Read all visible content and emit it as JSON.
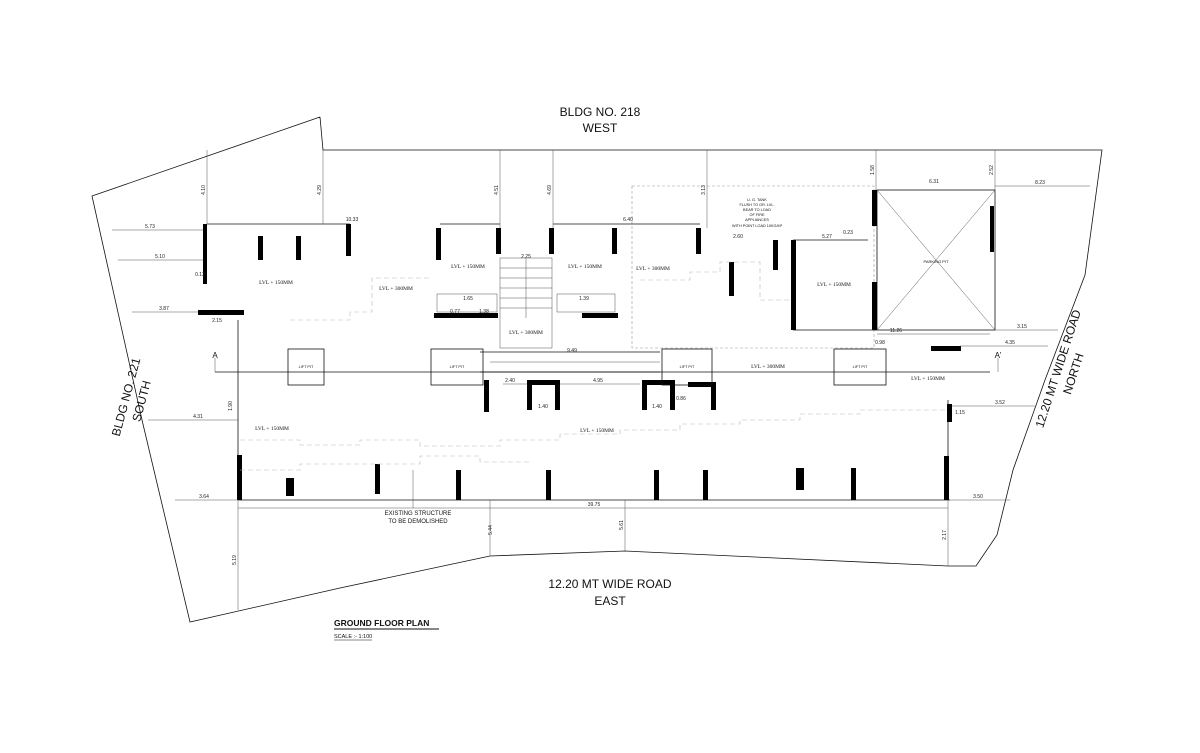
{
  "boundaries": {
    "top_line1": "BLDG NO. 218",
    "top_line2": "WEST",
    "bottom_line1": "12.20 MT WIDE ROAD",
    "bottom_line2": "EAST",
    "left_line1": "BLDG NO. 221",
    "left_line2": "SOUTH",
    "right_line1": "12.20 MT WIDE ROAD",
    "right_line2": "NORTH"
  },
  "title": {
    "name": "GROUND FLOOR PLAN",
    "scale": "SCALE :- 1:100"
  },
  "note_demolish": {
    "line1": "EXISTING STRUCTURE",
    "line2": "TO BE DEMOLISHED"
  },
  "tank_note": {
    "l1": "U. G. TANK",
    "l2": "FLUSH TO GR. LVL.",
    "l3": "BEAR TO LOAD",
    "l4": "OF FIRE",
    "l5": "APPLIANCES",
    "l6": "WITH POINT LOAD 10KG/M²"
  },
  "rooms": {
    "parking_pit": "PARKING PIT",
    "lift_pit_1": "LIFT PIT",
    "lift_pit_2": "LIFT PIT",
    "lift_pit_3": "LIFT PIT",
    "lift_pit_4": "LIFT PIT"
  },
  "levels": {
    "lvl_nw": "LVL + 150MM",
    "lvl_n300": "LVL + 300MM",
    "lvl_c150a": "LVL + 150MM",
    "lvl_c150b": "LVL + 150MM",
    "lvl_c300": "LVL + 300MM",
    "lvl_stair": "LVL + 300MM",
    "lvl_ne150": "LVL + 150MM",
    "lvl_mid300": "LVL + 300MM",
    "lvl_e150": "LVL + 150MM",
    "lvl_sw150": "LVL + 150MM",
    "lvl_s150": "LVL + 150MM"
  },
  "section_marks": {
    "left": "A",
    "right": "A'"
  },
  "dims": {
    "d_573": "5.73",
    "d_510": "5.10",
    "d_387": "3.87",
    "d_215": "2.15",
    "d_431": "4.31",
    "d_364": "3.64",
    "d_1033": "10.33",
    "d_640": "6.40",
    "d_631": "6.31",
    "d_823": "8.23",
    "d_315": "3.15",
    "d_435": "4.35",
    "d_352": "3.52",
    "d_350": "3.50",
    "d_3975": "39.75",
    "d_1126": "11.26",
    "d_949": "9.49",
    "d_495": "4.95",
    "d_240": "2.40",
    "d_260": "2.60",
    "d_527": "5.27",
    "d_023": "0.23",
    "d_086": "0.86",
    "d_140a": "1.40",
    "d_140b": "1.40",
    "d_115": "1.15",
    "d_225": "2.25",
    "d_098": "0.98",
    "d_012": "0.12",
    "d_410": "4.10",
    "d_429": "4.29",
    "d_451": "4.51",
    "d_469": "4.69",
    "d_313": "3.13",
    "d_158": "1.58",
    "d_252": "2.52",
    "d_544": "5.44",
    "d_561": "5.61",
    "d_519": "5.19",
    "d_190": "1.90",
    "d_217": "2.17",
    "d_165": "1.65",
    "d_138": "1.38",
    "d_077": "0.77",
    "d_139": "1.39"
  }
}
